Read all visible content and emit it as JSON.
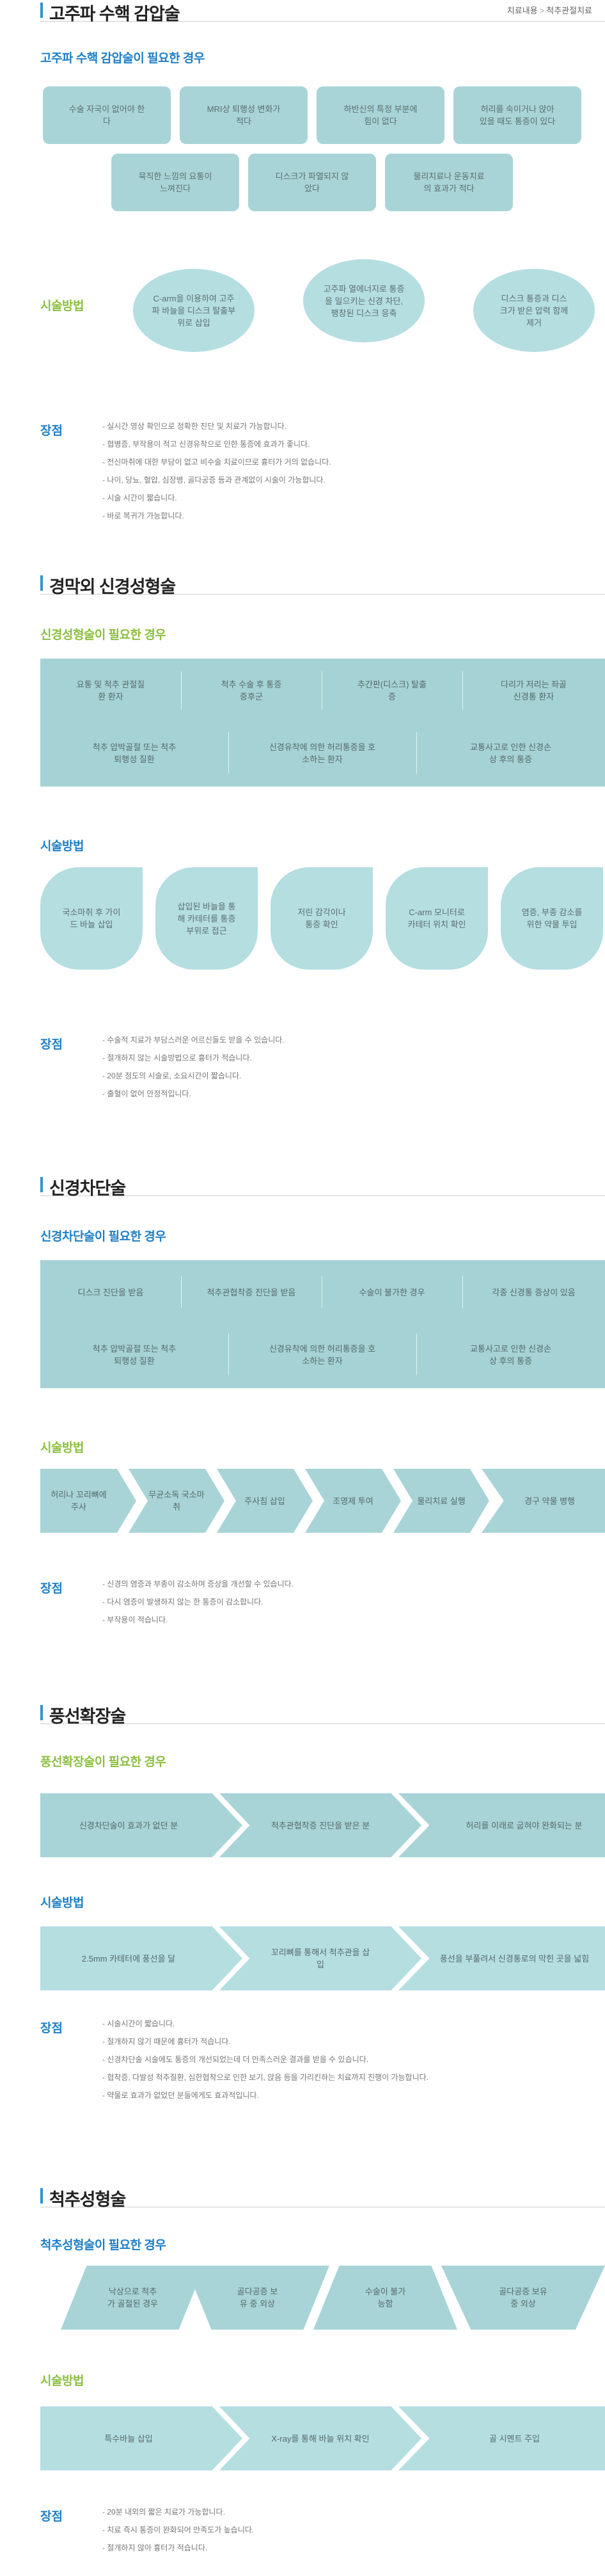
{
  "breadcrumb": {
    "items": [
      "치료내용",
      "척추관절치료"
    ]
  },
  "sections": [
    {
      "title": "고주파 수핵 감압술",
      "need_title": "고주파 수핵 감압술이 필요한 경우",
      "need_items": [
        "수술 자국이 없어야 한다",
        "MRI상 퇴행성 변화가 적다",
        "하반신의 특정 부분에 힘이 없다",
        "허리를 숙이거나 앉아 있을 때도 통증이 있다",
        "묵직한 느낌의 요통이 느껴진다",
        "디스크가 파열되지 않았다",
        "물리치료나 운동치료의 효과가 적다"
      ],
      "method_title": "시술방법",
      "method_items": [
        "C-arm을 이용하여 고주파 바늘을 디스크 탈출부위로 삽입",
        "고주파 열에너지로 통증을 일으키는 신경 차단, 팽창된 디스크 응축",
        "디스크 통증과 디스크가 받은 압력 함께 제거"
      ],
      "adv_title": "장점",
      "adv_items": [
        "실시간 영상 확인으로 정확한 진단 및 치료가 가능합니다.",
        "협병증, 부작용이 적고 신경유착으로 인한 통증에 효과가 좋니다.",
        "전신마취에 대한 부담이 없고 비수술 치료이므로 흉터가 거의 없습니다.",
        "나이, 당뇨, 혈압, 심장병, 골다공증 등과 관계없이 시술이 가능합니다.",
        "시술 시간이 짧습니다.",
        "바로 복귀가 가능합니다."
      ]
    },
    {
      "title": "경막외 신경성형술",
      "need_title": "신경성형술이 필요한 경우",
      "need_row1": [
        "요통 및 척추 관절질환 환자",
        "척추 수술 후 통증 증후군",
        "추간판(디스크) 탈출증",
        "다리가 저리는 좌골신경통 환자"
      ],
      "need_row2": [
        "척추 압박골절 또는 척추 퇴행성 질환",
        "신경유착에 의한 허리통증을 호소하는 환자",
        "교통사고로 인한 신경손상 후의 통증"
      ],
      "method_title": "시술방법",
      "method_items": [
        "국소마취 후 가이드 바늘 삽입",
        "삽입된 바늘을 통해 카테터를 통증 부위로 접근",
        "저린 감각이나 통증 확인",
        "C-arm 모니터로 카테터 위치 확인",
        "염증, 부종 감소를 위한 약물 투입"
      ],
      "adv_title": "장점",
      "adv_items": [
        "수술적 치료가 부담스러운 어르신들도 받을 수 있습니다.",
        "절개하지 않는 시술방법으로 흉터가 적습니다.",
        "20분 정도의 시술로, 소요시간이 짧습니다.",
        "출혈이 없어 안정적입니다."
      ]
    },
    {
      "title": "신경차단술",
      "need_title": "신경차단술이 필요한 경우",
      "need_row1": [
        "디스크 진단을 받음",
        "척추관협착증 진단을 받음",
        "수술이 불가한 경우",
        "각종 신경통 증상이 있음"
      ],
      "need_row2": [
        "척추 압박골절 또는 척추 퇴행성 질환",
        "신경유착에 의한 허리통증을 호소하는 환자",
        "교통사고로 인한 신경손상 후의 통증"
      ],
      "method_title": "시술방법",
      "method_items": [
        "허리나 꼬리뼈에 주사",
        "무균소독 국소마취",
        "주사침 삽입",
        "조영제 투여",
        "물리치료 실행",
        "경구 약물 병행"
      ],
      "adv_title": "장점",
      "adv_items": [
        "신경의 염증과 부종이 감소하며 증상을 개선할 수 있습니다.",
        "다시 염증이 발생하지 않는 한 통증이 감소합니다.",
        "부작용이 적습니다."
      ]
    },
    {
      "title": "풍선확장술",
      "need_title": "풍선확장술이 필요한 경우",
      "need_items": [
        "신경차단술이 효과가 없던 분",
        "척추관협착증 진단을 받은 분",
        "허리를 이래로 굽혀야 완화되는 분"
      ],
      "method_title": "시술방법",
      "method_items": [
        "2.5mm 카테터에 풍선을 달",
        "꼬리뼈를 통해서 척추관을 삽입",
        "풍선을 부풀려서 신경통로의 막힌 곳을 넓힘"
      ],
      "adv_title": "장점",
      "adv_items": [
        "시술시간이 짧습니다.",
        "절개하지 않기 때문에 흉터가 적습니다.",
        "신경차단술 시술에도 통증의 개선되었는데 더 만족스러운 결과를 받을 수 있습니다.",
        "협착증, 다발성 척추질환, 심한협착으로 인한 보기, 앉음 등을 가리킨하는 치료까지 진행이 가능합니다.",
        "약물로 효과가 없었던 분들에게도 효과적입니다."
      ]
    },
    {
      "title": "척추성형술",
      "need_title": "척추성형술이 필요한 경우",
      "need_items": [
        "낙상으로 척추가 골절된 경우",
        "골다공증 보유 중 외상",
        "수술이 불가능함",
        "골다공증 보유 중 외상"
      ],
      "method_title": "시술방법",
      "method_items": [
        "특수바늘 삽입",
        "X-ray를 통해 바늘 위치 확인",
        "골 시멘트 주입"
      ],
      "adv_title": "장점",
      "adv_items": [
        "20분 내외의 짧은 치료가 가능합니다.",
        "치료 즉시 통증이 완화되어 만족도가 높습니다.",
        "절개하지 않아 흉터가 적습니다."
      ]
    }
  ],
  "colors": {
    "accent_blue": "#2f93d2",
    "sub_blue": "#1e7fc6",
    "sub_green": "#8cbf3f",
    "teal_box": "#a8d4d7"
  }
}
